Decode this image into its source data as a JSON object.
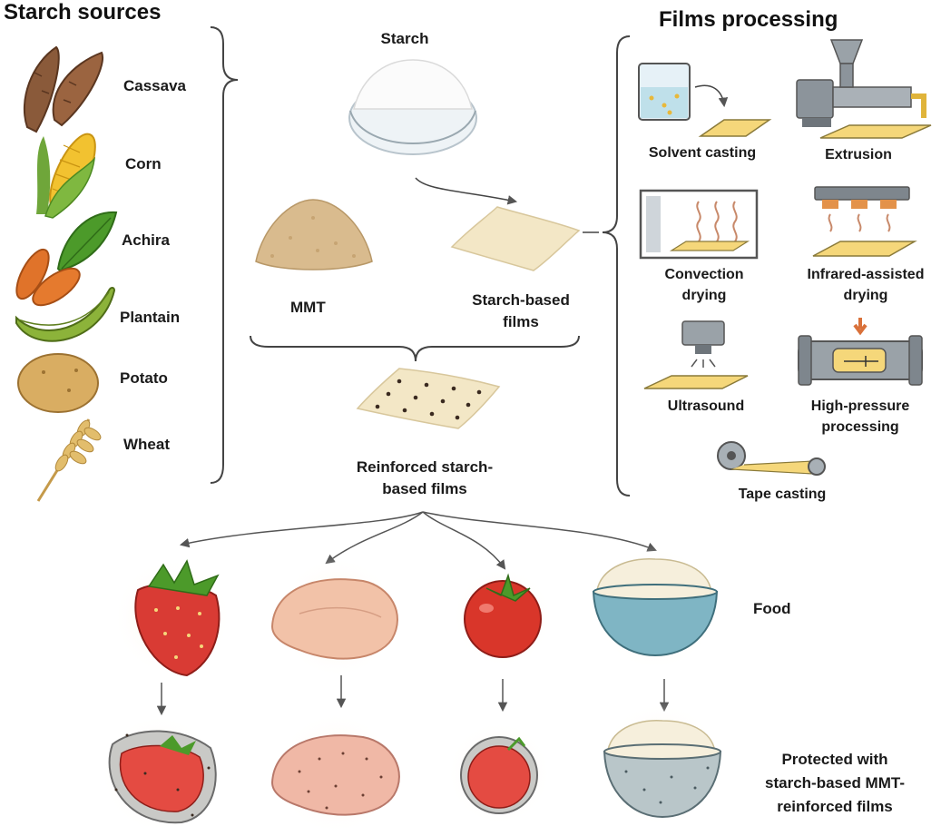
{
  "sources": {
    "title": "Starch sources",
    "items": [
      {
        "label": "Cassava",
        "icon": "cassava-icon"
      },
      {
        "label": "Corn",
        "icon": "corn-icon"
      },
      {
        "label": "Achira",
        "icon": "achira-icon"
      },
      {
        "label": "Plantain",
        "icon": "plantain-icon"
      },
      {
        "label": "Potato",
        "icon": "potato-icon"
      },
      {
        "label": "Wheat",
        "icon": "wheat-icon"
      }
    ]
  },
  "center": {
    "starch": "Starch",
    "mmt": "MMT",
    "films_line1": "Starch-based",
    "films_line2": "films",
    "reinforced_line1": "Reinforced starch-",
    "reinforced_line2": "based films"
  },
  "processing": {
    "title": "Films processing",
    "solvent": "Solvent casting",
    "extrusion": "Extrusion",
    "convection_line1": "Convection",
    "convection_line2": "drying",
    "infrared_line1": "Infrared-assisted",
    "infrared_line2": "drying",
    "ultrasound": "Ultrasound",
    "hpp_line1": "High-pressure",
    "hpp_line2": "processing",
    "tape": "Tape casting"
  },
  "food": {
    "label": "Food",
    "items": [
      "strawberry-icon",
      "chicken-breast-icon",
      "tomato-icon",
      "rice-bowl-icon"
    ]
  },
  "protected": {
    "line1": "Protected with",
    "line2": "starch-based MMT-",
    "line3": "reinforced films"
  },
  "colors": {
    "film": "#f3e7c6",
    "film_yellow": "#f5d77a",
    "strawberry": "#d93b34",
    "tomato": "#d9362a",
    "leaf": "#4c9a2a",
    "chicken": "#f2c2a8",
    "bowl": "#7fb5c4",
    "arrow": "#555555"
  }
}
